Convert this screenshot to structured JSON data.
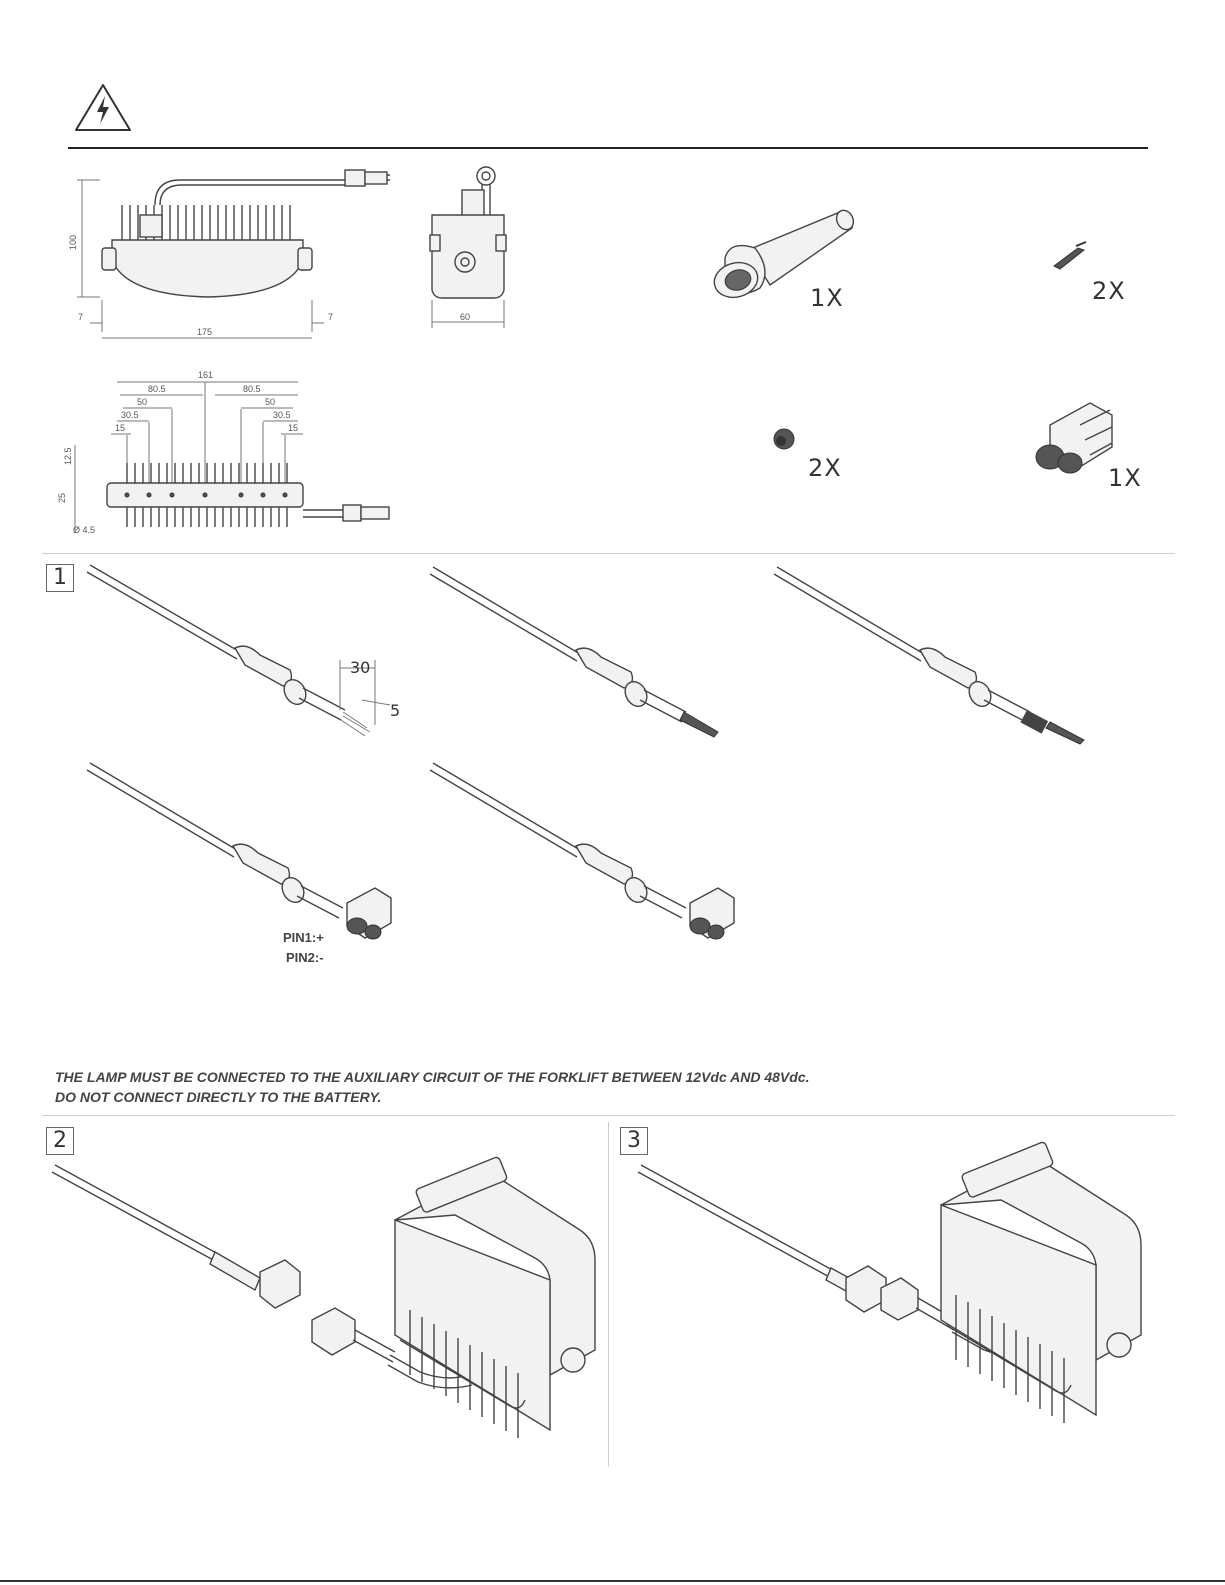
{
  "icons": {
    "warning": "high-voltage-warning-icon"
  },
  "drawings": {
    "front_view": {
      "height": "100",
      "side_left": "7",
      "width": "175",
      "side_right": "7"
    },
    "side_view": {
      "depth": "60"
    },
    "top_view": {
      "total": "161",
      "left_805": "80.5",
      "left_50": "50",
      "left_305": "30.5",
      "left_15": "15",
      "right_805": "80.5",
      "right_50": "50",
      "right_305": "30.5",
      "right_15": "15",
      "h_125": "12.5",
      "h_25": "25",
      "hole": "Ø 4.5"
    }
  },
  "kit": {
    "boot_qty": "1X",
    "terminal_qty": "2X",
    "seal_qty": "2X",
    "connector_qty": "1X"
  },
  "steps": {
    "s1": "1",
    "s2": "2",
    "s3": "3"
  },
  "strip": {
    "outer": "30",
    "inner": "5"
  },
  "pins": {
    "pin1": "PIN1:+",
    "pin2": "PIN2:-"
  },
  "warning": {
    "line1": "THE LAMP MUST BE CONNECTED TO THE AUXILIARY CIRCUIT OF THE FORKLIFT BETWEEN 12Vdc AND 48Vdc.",
    "line2": "DO NOT CONNECT DIRECTLY TO THE BATTERY."
  }
}
